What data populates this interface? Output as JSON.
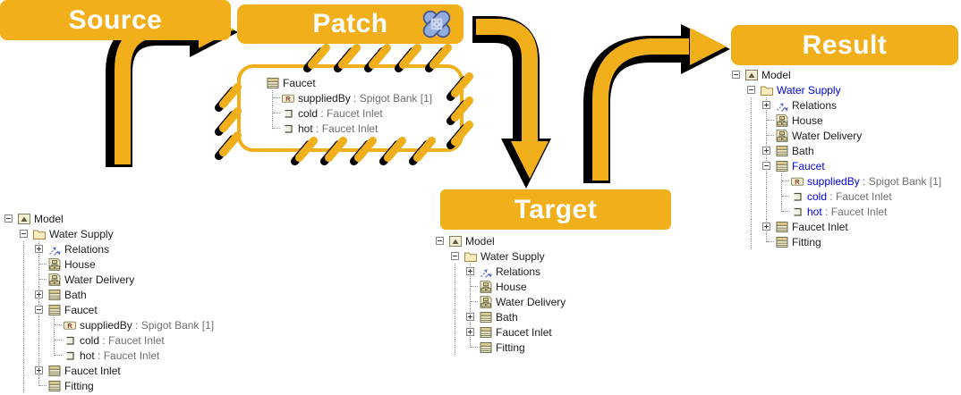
{
  "headers": {
    "source": "Source",
    "patch": "Patch",
    "target": "Target",
    "result": "Result"
  },
  "colors": {
    "gold": "#F0AF1B",
    "modified_blue": "#0000E0",
    "type_grey": "#6F6F6F",
    "bandage_blue": "#93ACE0"
  },
  "icons": {
    "ref_letter": "R",
    "names": [
      "model-icon",
      "folder-icon",
      "relations-icon",
      "house-icon",
      "class-icon",
      "reference-icon",
      "port-icon",
      "bandage-icon"
    ]
  },
  "patch_tree": {
    "rows": [
      {
        "label": "Faucet"
      },
      {
        "label": "suppliedBy",
        "type": " : Spigot Bank [1]"
      },
      {
        "label": "cold",
        "type": " : Faucet Inlet"
      },
      {
        "label": "hot",
        "type": " : Faucet Inlet"
      }
    ]
  },
  "source_tree": {
    "rows": [
      {
        "label": "Model"
      },
      {
        "label": "Water Supply"
      },
      {
        "label": "Relations"
      },
      {
        "label": "House"
      },
      {
        "label": "Water Delivery"
      },
      {
        "label": "Bath"
      },
      {
        "label": "Faucet"
      },
      {
        "label": "suppliedBy",
        "type": " : Spigot Bank [1]"
      },
      {
        "label": "cold",
        "type": " : Faucet Inlet"
      },
      {
        "label": "hot",
        "type": " : Faucet Inlet"
      },
      {
        "label": "Faucet Inlet"
      },
      {
        "label": "Fitting"
      }
    ]
  },
  "target_tree": {
    "rows": [
      {
        "label": "Model"
      },
      {
        "label": "Water Supply"
      },
      {
        "label": "Relations"
      },
      {
        "label": "House"
      },
      {
        "label": "Water Delivery"
      },
      {
        "label": "Bath"
      },
      {
        "label": "Faucet Inlet"
      },
      {
        "label": "Fitting"
      }
    ]
  },
  "result_tree": {
    "rows": [
      {
        "label": "Model"
      },
      {
        "label": "Water Supply",
        "modified": true
      },
      {
        "label": "Relations"
      },
      {
        "label": "House"
      },
      {
        "label": "Water Delivery"
      },
      {
        "label": "Bath"
      },
      {
        "label": "Faucet",
        "modified": true
      },
      {
        "label": "suppliedBy",
        "type": " : Spigot Bank [1]",
        "modified": true
      },
      {
        "label": "cold",
        "type": " : Faucet Inlet",
        "modified": true
      },
      {
        "label": "hot",
        "type": " : Faucet Inlet",
        "modified": true
      },
      {
        "label": "Faucet Inlet"
      },
      {
        "label": "Fitting"
      }
    ]
  }
}
